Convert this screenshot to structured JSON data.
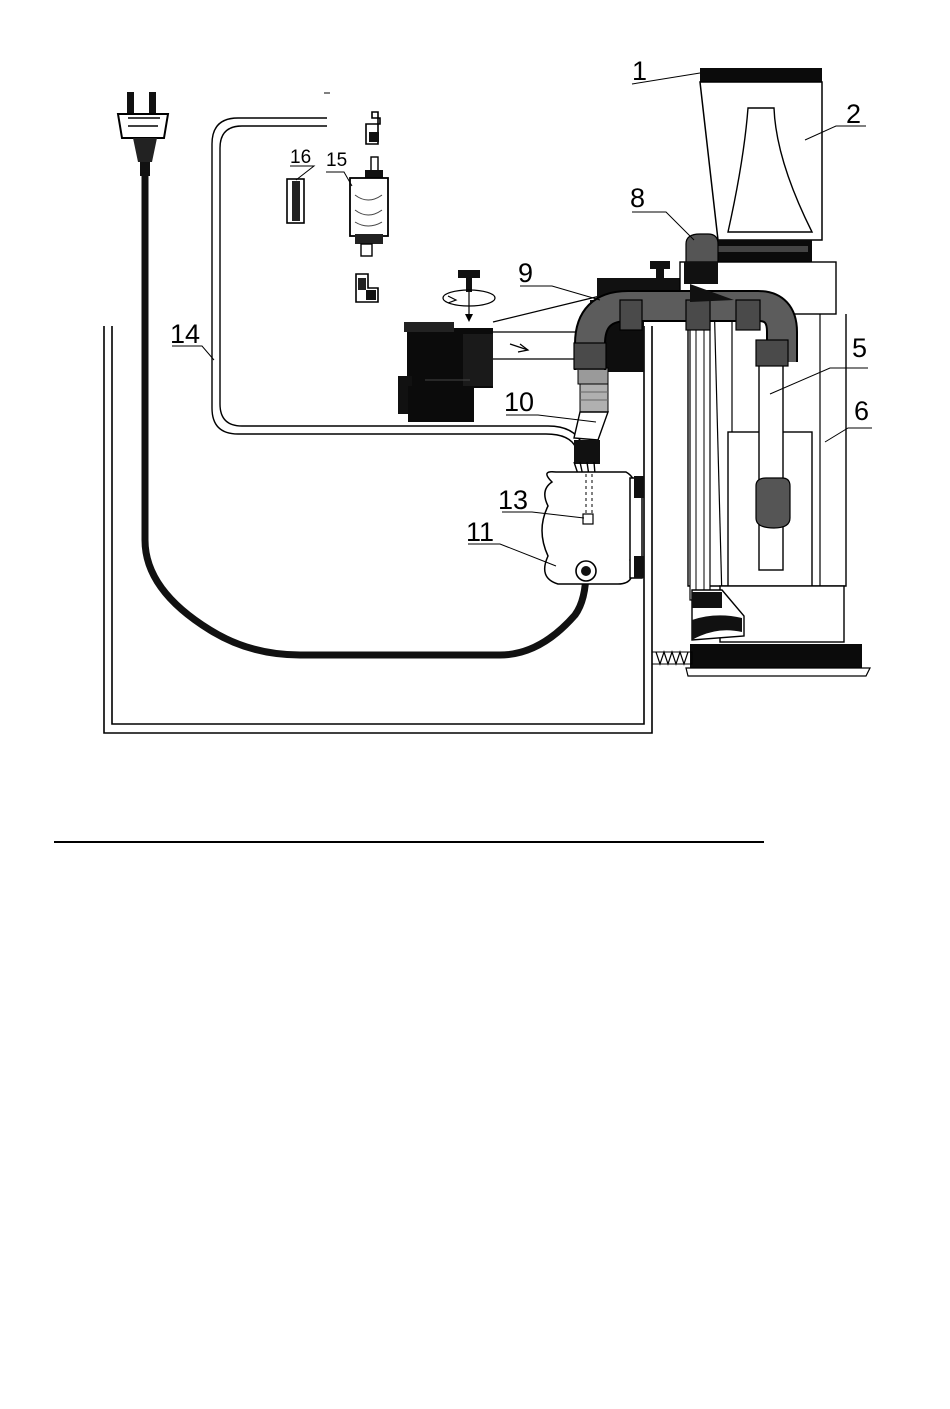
{
  "diagram": {
    "callouts": [
      {
        "id": "c1",
        "text": "1"
      },
      {
        "id": "c2",
        "text": "2"
      },
      {
        "id": "c5",
        "text": "5"
      },
      {
        "id": "c6",
        "text": "6"
      },
      {
        "id": "c8",
        "text": "8"
      },
      {
        "id": "c9",
        "text": "9"
      },
      {
        "id": "c10",
        "text": "10"
      },
      {
        "id": "c11",
        "text": "11"
      },
      {
        "id": "c13",
        "text": "13"
      },
      {
        "id": "c14",
        "text": "14"
      },
      {
        "id": "c15",
        "text": "15"
      },
      {
        "id": "c16",
        "text": "16"
      }
    ],
    "colors": {
      "ink": "#000000",
      "dark_part": "#111111",
      "pipe": "#555555",
      "pipe_dark": "#333333",
      "hose_band": "#9a9a9a",
      "paper": "#ffffff"
    }
  }
}
